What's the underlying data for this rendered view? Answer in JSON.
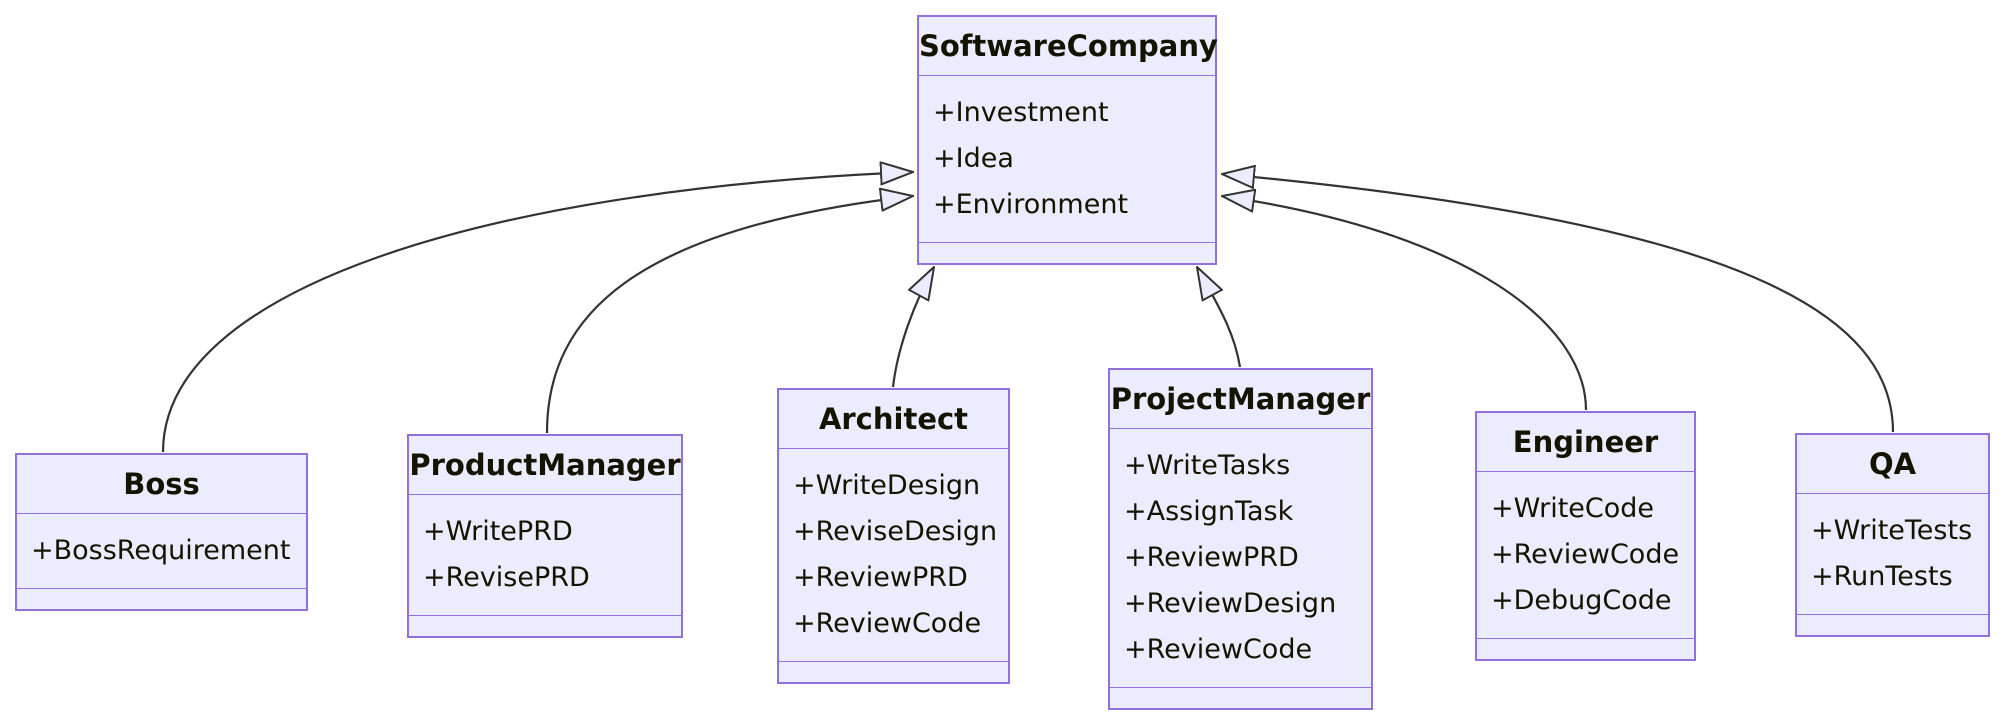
{
  "diagram": {
    "type": "uml-class-diagram",
    "classes": [
      {
        "name": "SoftwareCompany",
        "attributes": [
          "+Investment",
          "+Idea",
          "+Environment"
        ],
        "methods": []
      },
      {
        "name": "Boss",
        "attributes": [
          "+BossRequirement"
        ],
        "methods": []
      },
      {
        "name": "ProductManager",
        "attributes": [
          "+WritePRD",
          "+RevisePRD"
        ],
        "methods": []
      },
      {
        "name": "Architect",
        "attributes": [
          "+WriteDesign",
          "+ReviseDesign",
          "+ReviewPRD",
          "+ReviewCode"
        ],
        "methods": []
      },
      {
        "name": "ProjectManager",
        "attributes": [
          "+WriteTasks",
          "+AssignTask",
          "+ReviewPRD",
          "+ReviewDesign",
          "+ReviewCode"
        ],
        "methods": []
      },
      {
        "name": "Engineer",
        "attributes": [
          "+WriteCode",
          "+ReviewCode",
          "+DebugCode"
        ],
        "methods": []
      },
      {
        "name": "QA",
        "attributes": [
          "+WriteTests",
          "+RunTests"
        ],
        "methods": []
      }
    ],
    "relations": [
      {
        "from": "Boss",
        "to": "SoftwareCompany",
        "type": "inheritance"
      },
      {
        "from": "ProductManager",
        "to": "SoftwareCompany",
        "type": "inheritance"
      },
      {
        "from": "Architect",
        "to": "SoftwareCompany",
        "type": "inheritance"
      },
      {
        "from": "ProjectManager",
        "to": "SoftwareCompany",
        "type": "inheritance"
      },
      {
        "from": "Engineer",
        "to": "SoftwareCompany",
        "type": "inheritance"
      },
      {
        "from": "QA",
        "to": "SoftwareCompany",
        "type": "inheritance"
      }
    ],
    "colors": {
      "class_fill": "#ECECFF",
      "class_border": "#9370DB",
      "relation_line": "#333333",
      "text": "#131300",
      "background": "#FFFFFF"
    }
  }
}
